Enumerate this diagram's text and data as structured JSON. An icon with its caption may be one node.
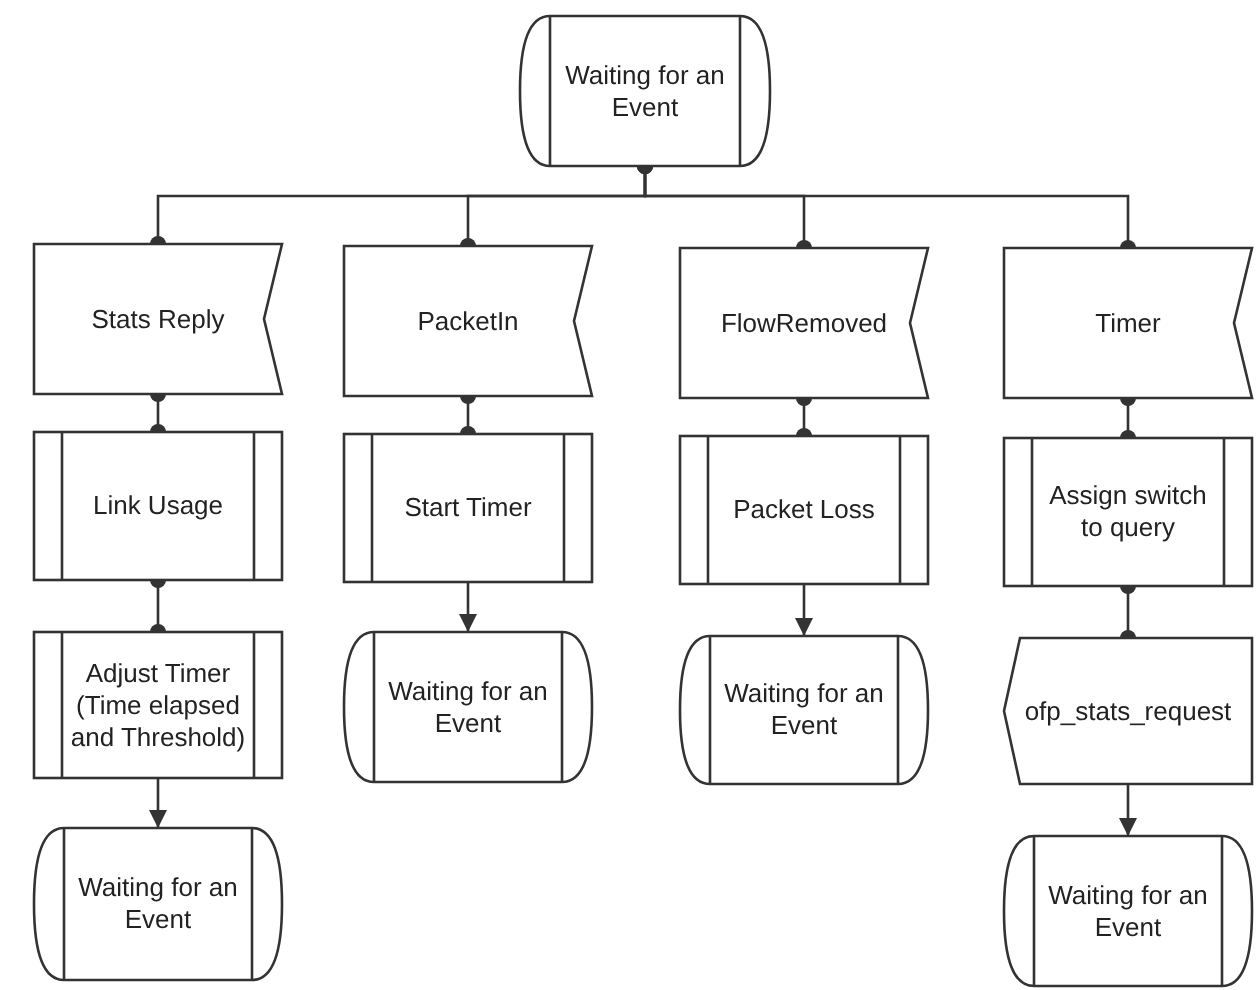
{
  "diagram": {
    "nodes": [
      {
        "text": [
          "Waiting for an Event"
        ]
      },
      {
        "text": [
          "Stats Reply"
        ]
      },
      {
        "text": [
          "PacketIn"
        ]
      },
      {
        "text": [
          "FlowRemoved"
        ]
      },
      {
        "text": [
          "Timer"
        ]
      },
      {
        "text": [
          "Link Usage"
        ]
      },
      {
        "text": [
          "Start Timer"
        ]
      },
      {
        "text": [
          "Packet Loss"
        ]
      },
      {
        "text": [
          "Assign switch to query"
        ]
      },
      {
        "text": [
          "Adjust Timer (Time elapsed and Threshold)"
        ]
      },
      {
        "text": [
          "Waiting for an Event"
        ]
      },
      {
        "text": [
          "Waiting for an Event"
        ]
      },
      {
        "text": [
          "ofp_stats_request"
        ]
      },
      {
        "text": [
          "Waiting for an Event"
        ]
      },
      {
        "text": [
          "Waiting for an Event"
        ]
      }
    ],
    "edges": [
      {
        "from": 0,
        "to": 1,
        "arrow": "other"
      },
      {
        "from": 0,
        "to": 2,
        "arrow": "other"
      },
      {
        "from": 0,
        "to": 3,
        "arrow": "other"
      },
      {
        "from": 0,
        "to": 4,
        "arrow": "other"
      },
      {
        "from": 1,
        "to": 5,
        "arrow": "other"
      },
      {
        "from": 2,
        "to": 6,
        "arrow": "other"
      },
      {
        "from": 3,
        "to": 7,
        "arrow": "other"
      },
      {
        "from": 4,
        "to": 8,
        "arrow": "other"
      },
      {
        "from": 5,
        "to": 9,
        "arrow": "other"
      },
      {
        "from": 6,
        "to": 10,
        "arrow": "to"
      },
      {
        "from": 7,
        "to": 11,
        "arrow": "to"
      },
      {
        "from": 8,
        "to": 12,
        "arrow": "other"
      },
      {
        "from": 9,
        "to": 13,
        "arrow": "to"
      },
      {
        "from": 12,
        "to": 14,
        "arrow": "to"
      }
    ]
  }
}
